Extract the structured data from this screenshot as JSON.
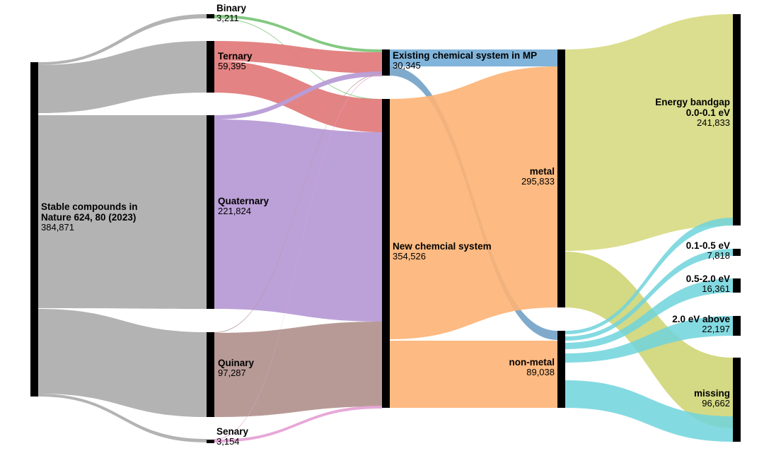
{
  "nodes": [
    {
      "id": "stable",
      "name_lines": [
        "Stable compounds in",
        "Nature 624, 80 (2023)"
      ],
      "value": "384,871",
      "color": "#000000"
    },
    {
      "id": "binary",
      "name_lines": [
        "Binary"
      ],
      "value": "3,211",
      "color": "#000000"
    },
    {
      "id": "ternary",
      "name_lines": [
        "Ternary"
      ],
      "value": "59,395",
      "color": "#000000"
    },
    {
      "id": "quaternary",
      "name_lines": [
        "Quaternary"
      ],
      "value": "221,824",
      "color": "#000000"
    },
    {
      "id": "quinary",
      "name_lines": [
        "Quinary"
      ],
      "value": "97,287",
      "color": "#000000"
    },
    {
      "id": "senary",
      "name_lines": [
        "Senary"
      ],
      "value": "3,154",
      "color": "#000000"
    },
    {
      "id": "existing",
      "name_lines": [
        "Existing chemical system in MP"
      ],
      "value": "30,345",
      "color": "#000000"
    },
    {
      "id": "new",
      "name_lines": [
        "New chemcial system"
      ],
      "value": "354,526",
      "color": "#000000"
    },
    {
      "id": "metal",
      "name_lines": [
        "metal"
      ],
      "value": "295,833",
      "color": "#000000"
    },
    {
      "id": "nonmetal",
      "name_lines": [
        "non-metal"
      ],
      "value": "89,038",
      "color": "#000000"
    },
    {
      "id": "bg00",
      "name_lines": [
        "Energy bandgap",
        "0.0-0.1 eV"
      ],
      "value": "241,833",
      "color": "#000000"
    },
    {
      "id": "bg01",
      "name_lines": [
        "0.1-0.5 eV"
      ],
      "value": "7,818",
      "color": "#000000"
    },
    {
      "id": "bg05",
      "name_lines": [
        "0.5-2.0 eV"
      ],
      "value": "16,361",
      "color": "#000000"
    },
    {
      "id": "bg20",
      "name_lines": [
        "2.0 eV above"
      ],
      "value": "22,197",
      "color": "#000000"
    },
    {
      "id": "missing",
      "name_lines": [
        "missing"
      ],
      "value": "96,662",
      "color": "#000000"
    }
  ],
  "links": [
    {
      "source": "stable",
      "target": "binary",
      "color": "#b3b3b3"
    },
    {
      "source": "stable",
      "target": "ternary",
      "color": "#b3b3b3"
    },
    {
      "source": "stable",
      "target": "quaternary",
      "color": "#b3b3b3"
    },
    {
      "source": "stable",
      "target": "quinary",
      "color": "#b3b3b3"
    },
    {
      "source": "stable",
      "target": "senary",
      "color": "#b3b3b3"
    },
    {
      "source": "binary",
      "target": "existing",
      "color": "#7dc67a"
    },
    {
      "source": "binary",
      "target": "new",
      "color": "#7dc67a"
    },
    {
      "source": "ternary",
      "target": "existing",
      "color": "#e27c7c"
    },
    {
      "source": "ternary",
      "target": "new",
      "color": "#e27c7c"
    },
    {
      "source": "quaternary",
      "target": "existing",
      "color": "#b89cd6"
    },
    {
      "source": "quaternary",
      "target": "new",
      "color": "#b89cd6"
    },
    {
      "source": "quinary",
      "target": "existing",
      "color": "#b39590"
    },
    {
      "source": "quinary",
      "target": "new",
      "color": "#b39590"
    },
    {
      "source": "senary",
      "target": "existing",
      "color": "#e6a3d6"
    },
    {
      "source": "senary",
      "target": "new",
      "color": "#e6a3d6"
    },
    {
      "source": "existing",
      "target": "metal",
      "color": "#7ab0d8"
    },
    {
      "source": "existing",
      "target": "nonmetal",
      "color": "#6a9bc3"
    },
    {
      "source": "new",
      "target": "metal",
      "color": "#fdb274"
    },
    {
      "source": "new",
      "target": "nonmetal",
      "color": "#fdb274"
    },
    {
      "source": "metal",
      "target": "bg00",
      "color": "#d4d87a"
    },
    {
      "source": "metal",
      "target": "missing",
      "color": "#cdd26f"
    },
    {
      "source": "nonmetal",
      "target": "bg00",
      "color": "#6fd4dc"
    },
    {
      "source": "nonmetal",
      "target": "bg01",
      "color": "#6fd4dc"
    },
    {
      "source": "nonmetal",
      "target": "bg05",
      "color": "#6fd4dc"
    },
    {
      "source": "nonmetal",
      "target": "bg20",
      "color": "#6fd4dc"
    },
    {
      "source": "nonmetal",
      "target": "missing",
      "color": "#6fd4dc"
    }
  ]
}
